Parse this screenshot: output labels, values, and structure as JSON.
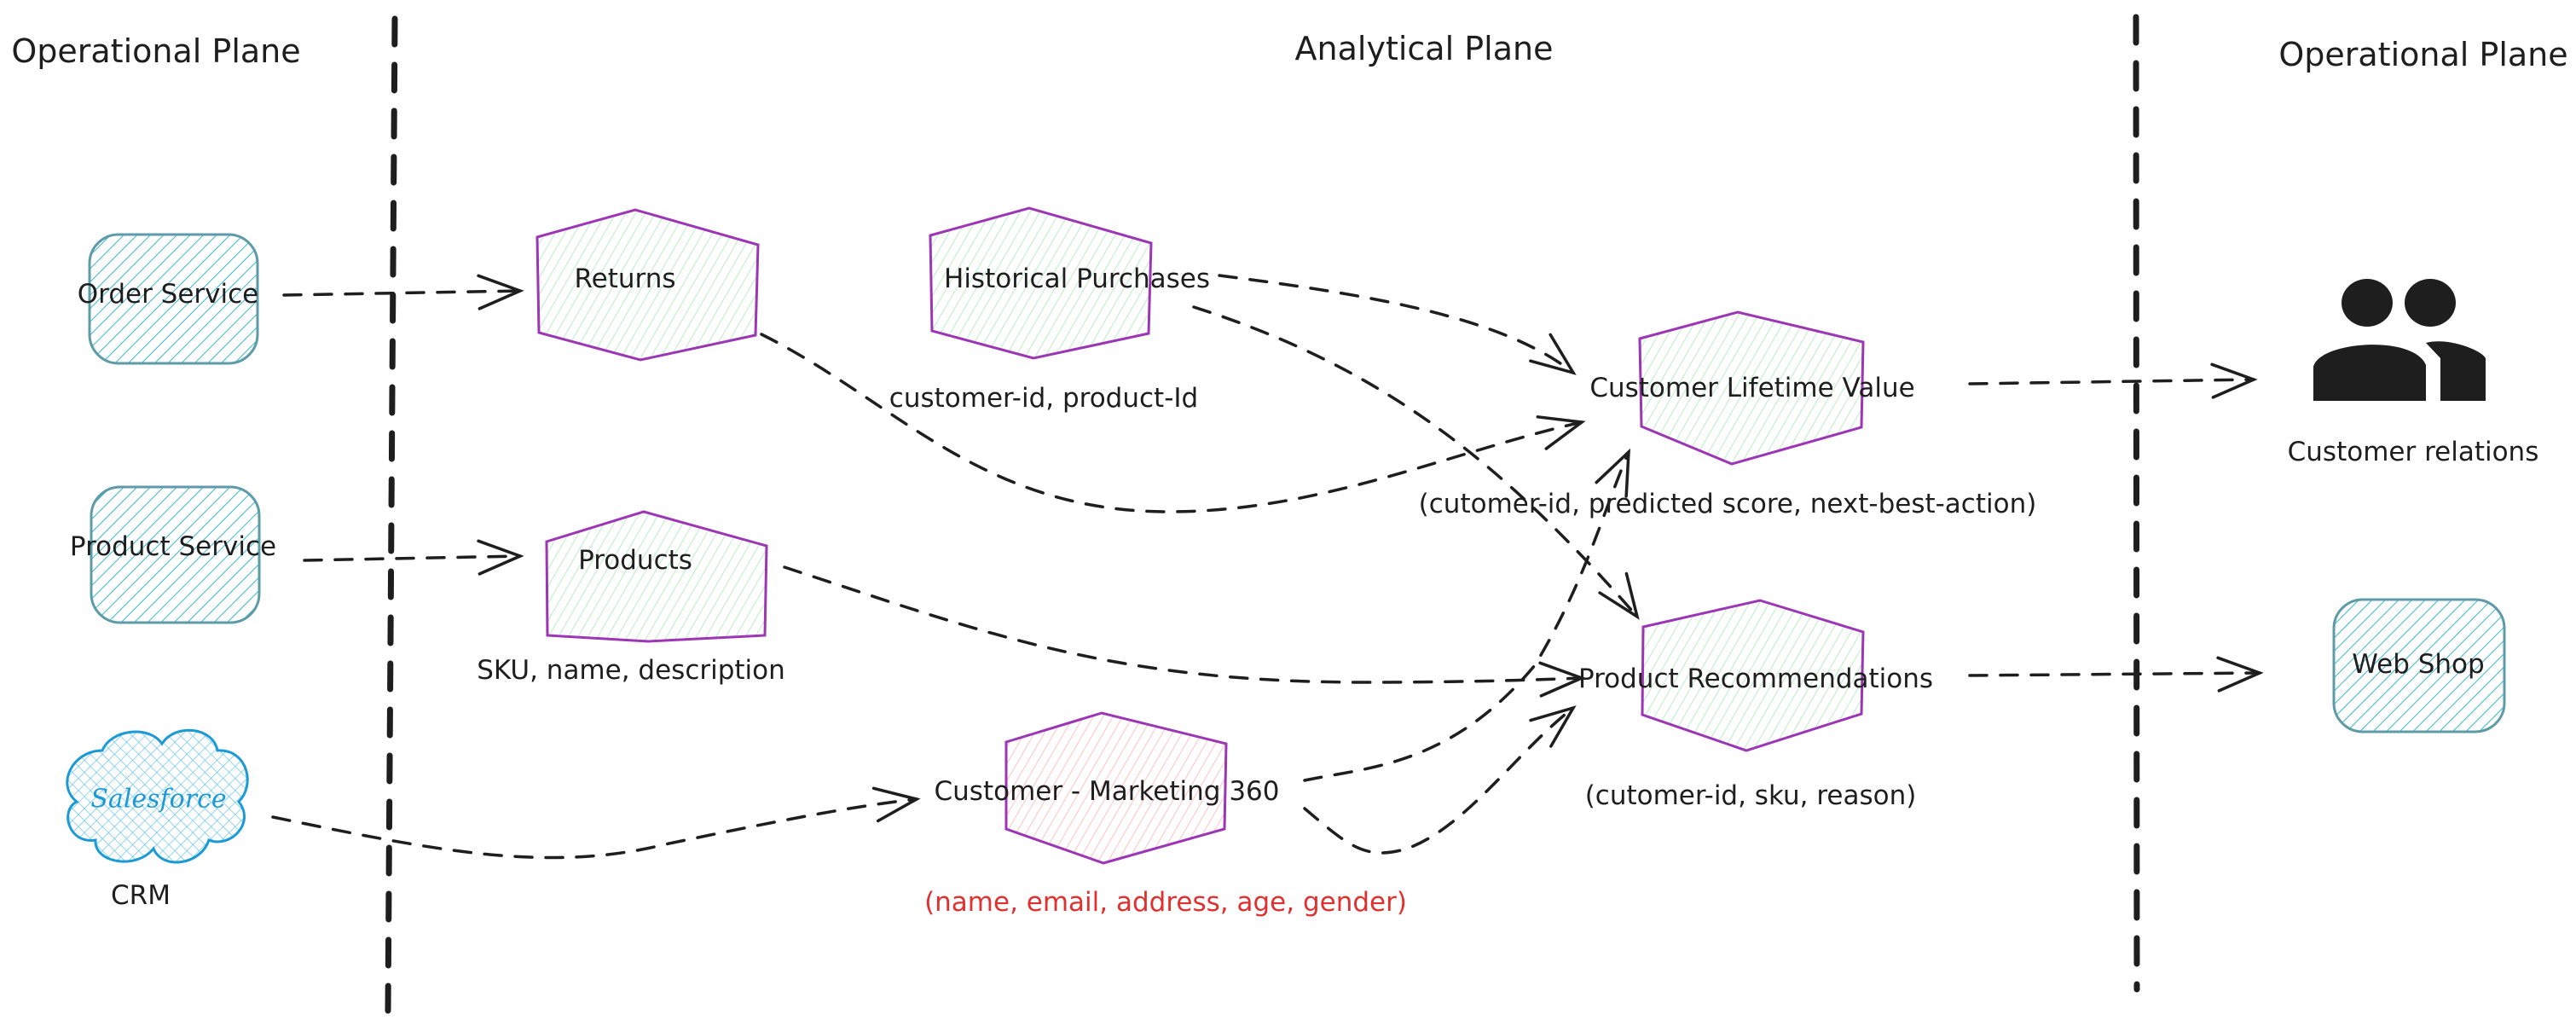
{
  "planes": {
    "left_title": "Operational Plane",
    "center_title": "Analytical Plane",
    "right_title": "Operational Plane"
  },
  "sources": {
    "order_service": "Order Service",
    "product_service": "Product Service",
    "crm_logo_text": "Salesforce",
    "crm_label": "CRM"
  },
  "data_products": {
    "returns": "Returns",
    "historical_purchases": "Historical Purchases",
    "historical_purchases_fields": "customer-id, product-Id",
    "products": "Products",
    "products_fields": "SKU, name, description",
    "customer_marketing": "Customer - Marketing 360",
    "customer_marketing_fields": "(name, email, address, age, gender)",
    "clv": "Customer Lifetime Value",
    "clv_fields": "(cutomer-id, predicted score, next-best-action)",
    "product_recommendations": "Product Recommendations",
    "product_recommendations_fields": "(cutomer-id, sku, reason)"
  },
  "consumers": {
    "customer_relations": "Customer relations",
    "customer_relations_icon": "people-icon",
    "web_shop": "Web Shop"
  },
  "colors": {
    "service_fill": "#15aabf",
    "service_stroke": "#5d9ba8",
    "hex_stroke": "#9c36b5",
    "hex_fill_green": "#b2f2bb",
    "hex_fill_red": "#ffc9c9",
    "sensitive_text": "#e03131",
    "salesforce_blue": "#1c9ad6",
    "ink": "#1e1e1e"
  }
}
